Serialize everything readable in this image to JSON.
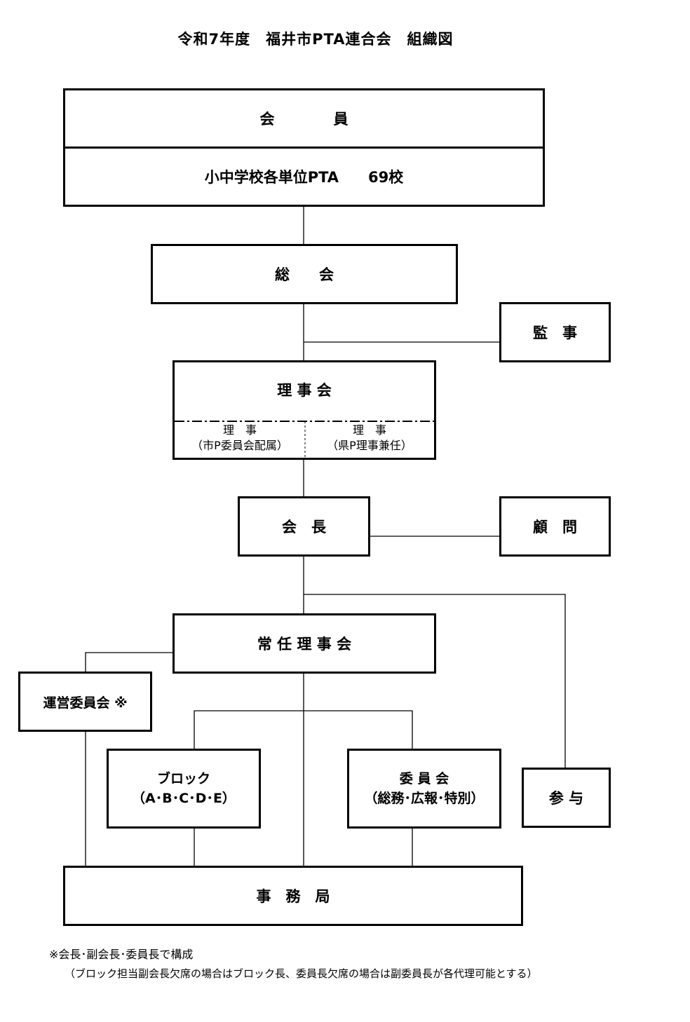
{
  "title": "令和7年度　福井市PTA連合会　組織図",
  "members": {
    "header": "会　　　　員",
    "body": "小中学校各単位PTA　　69校"
  },
  "general_assembly": "総　　会",
  "auditor": "監　事",
  "board": {
    "name": "理 事 会",
    "left_role": "理　事",
    "left_note": "（市P委員会配属）",
    "right_role": "理　事",
    "right_note": "（県P理事兼任）"
  },
  "president": "会　長",
  "advisor": "顧　問",
  "standing_board": "常 任 理 事 会",
  "steering_committee": "運営委員会 ※",
  "block": {
    "name": "ブロック",
    "detail": "（A･B･C･D･E）"
  },
  "committee": {
    "name": "委 員 会",
    "detail": "（総務･広報･特別）"
  },
  "counselor": "参 与",
  "secretariat": "事　務　局",
  "footnote": {
    "line1": "※会長･副会長･委員長で構成",
    "line2": "（ブロック担当副会長欠席の場合はブロック長、委員長欠席の場合は副委員長が各代理可能とする）"
  }
}
